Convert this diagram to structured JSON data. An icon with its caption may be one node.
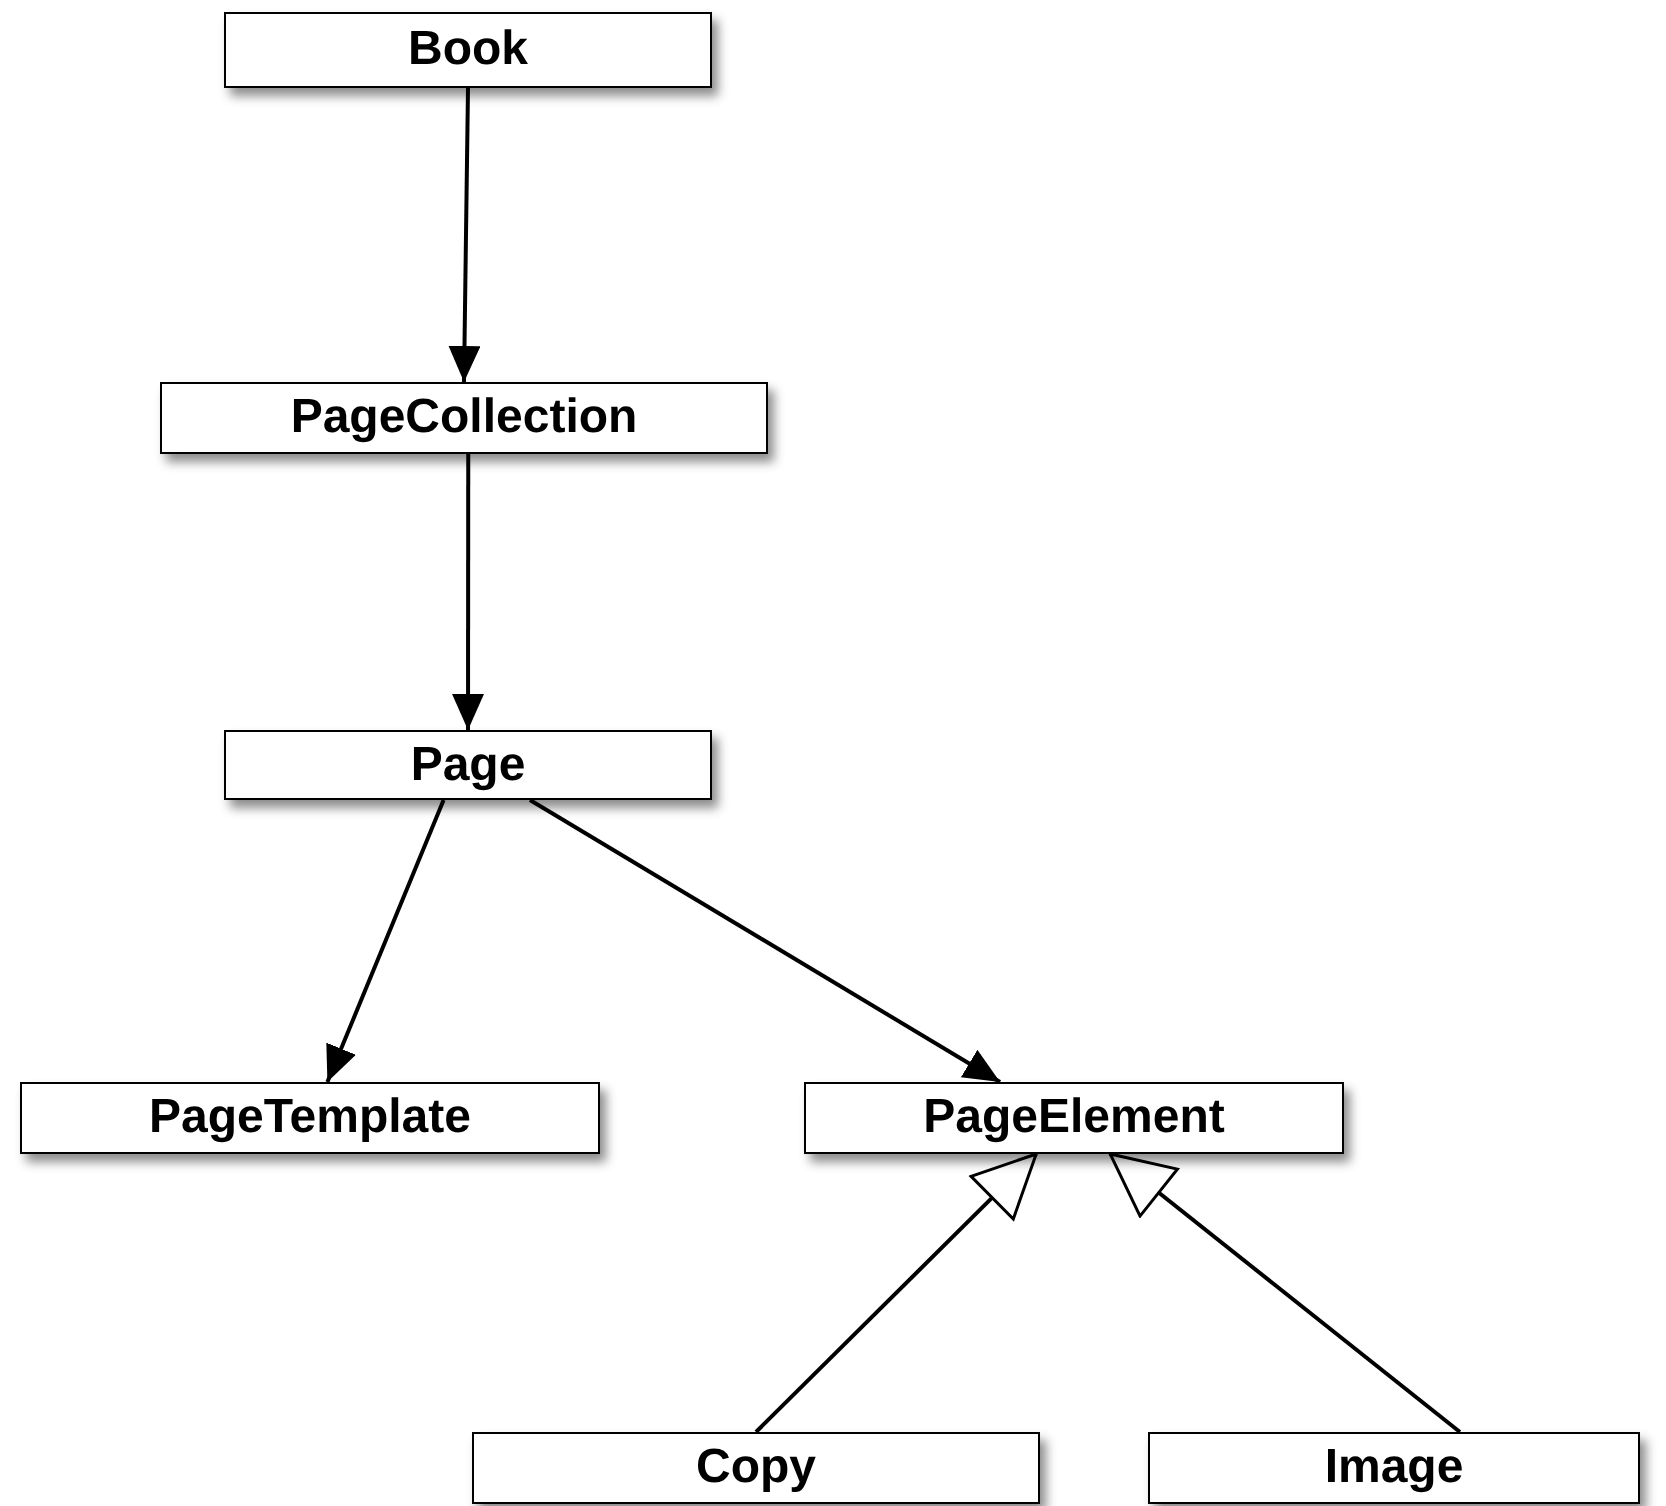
{
  "diagram": {
    "nodes": [
      {
        "text": [
          "Book"
        ]
      },
      {
        "text": [
          "PageCollection"
        ]
      },
      {
        "text": [
          "Page"
        ]
      },
      {
        "text": [
          "PageTemplate"
        ]
      },
      {
        "text": [
          "PageElement"
        ]
      },
      {
        "text": [
          "Copy"
        ]
      },
      {
        "text": [
          "Image"
        ]
      }
    ],
    "edges": [
      {
        "from": 0,
        "to": 1,
        "arrow": "to"
      },
      {
        "from": 1,
        "to": 2,
        "arrow": "to"
      },
      {
        "from": 2,
        "to": 3,
        "arrow": "to"
      },
      {
        "from": 2,
        "to": 4,
        "arrow": "to"
      },
      {
        "from": 5,
        "to": 4,
        "arrow": "to"
      },
      {
        "from": 6,
        "to": 4,
        "arrow": "to"
      }
    ]
  }
}
